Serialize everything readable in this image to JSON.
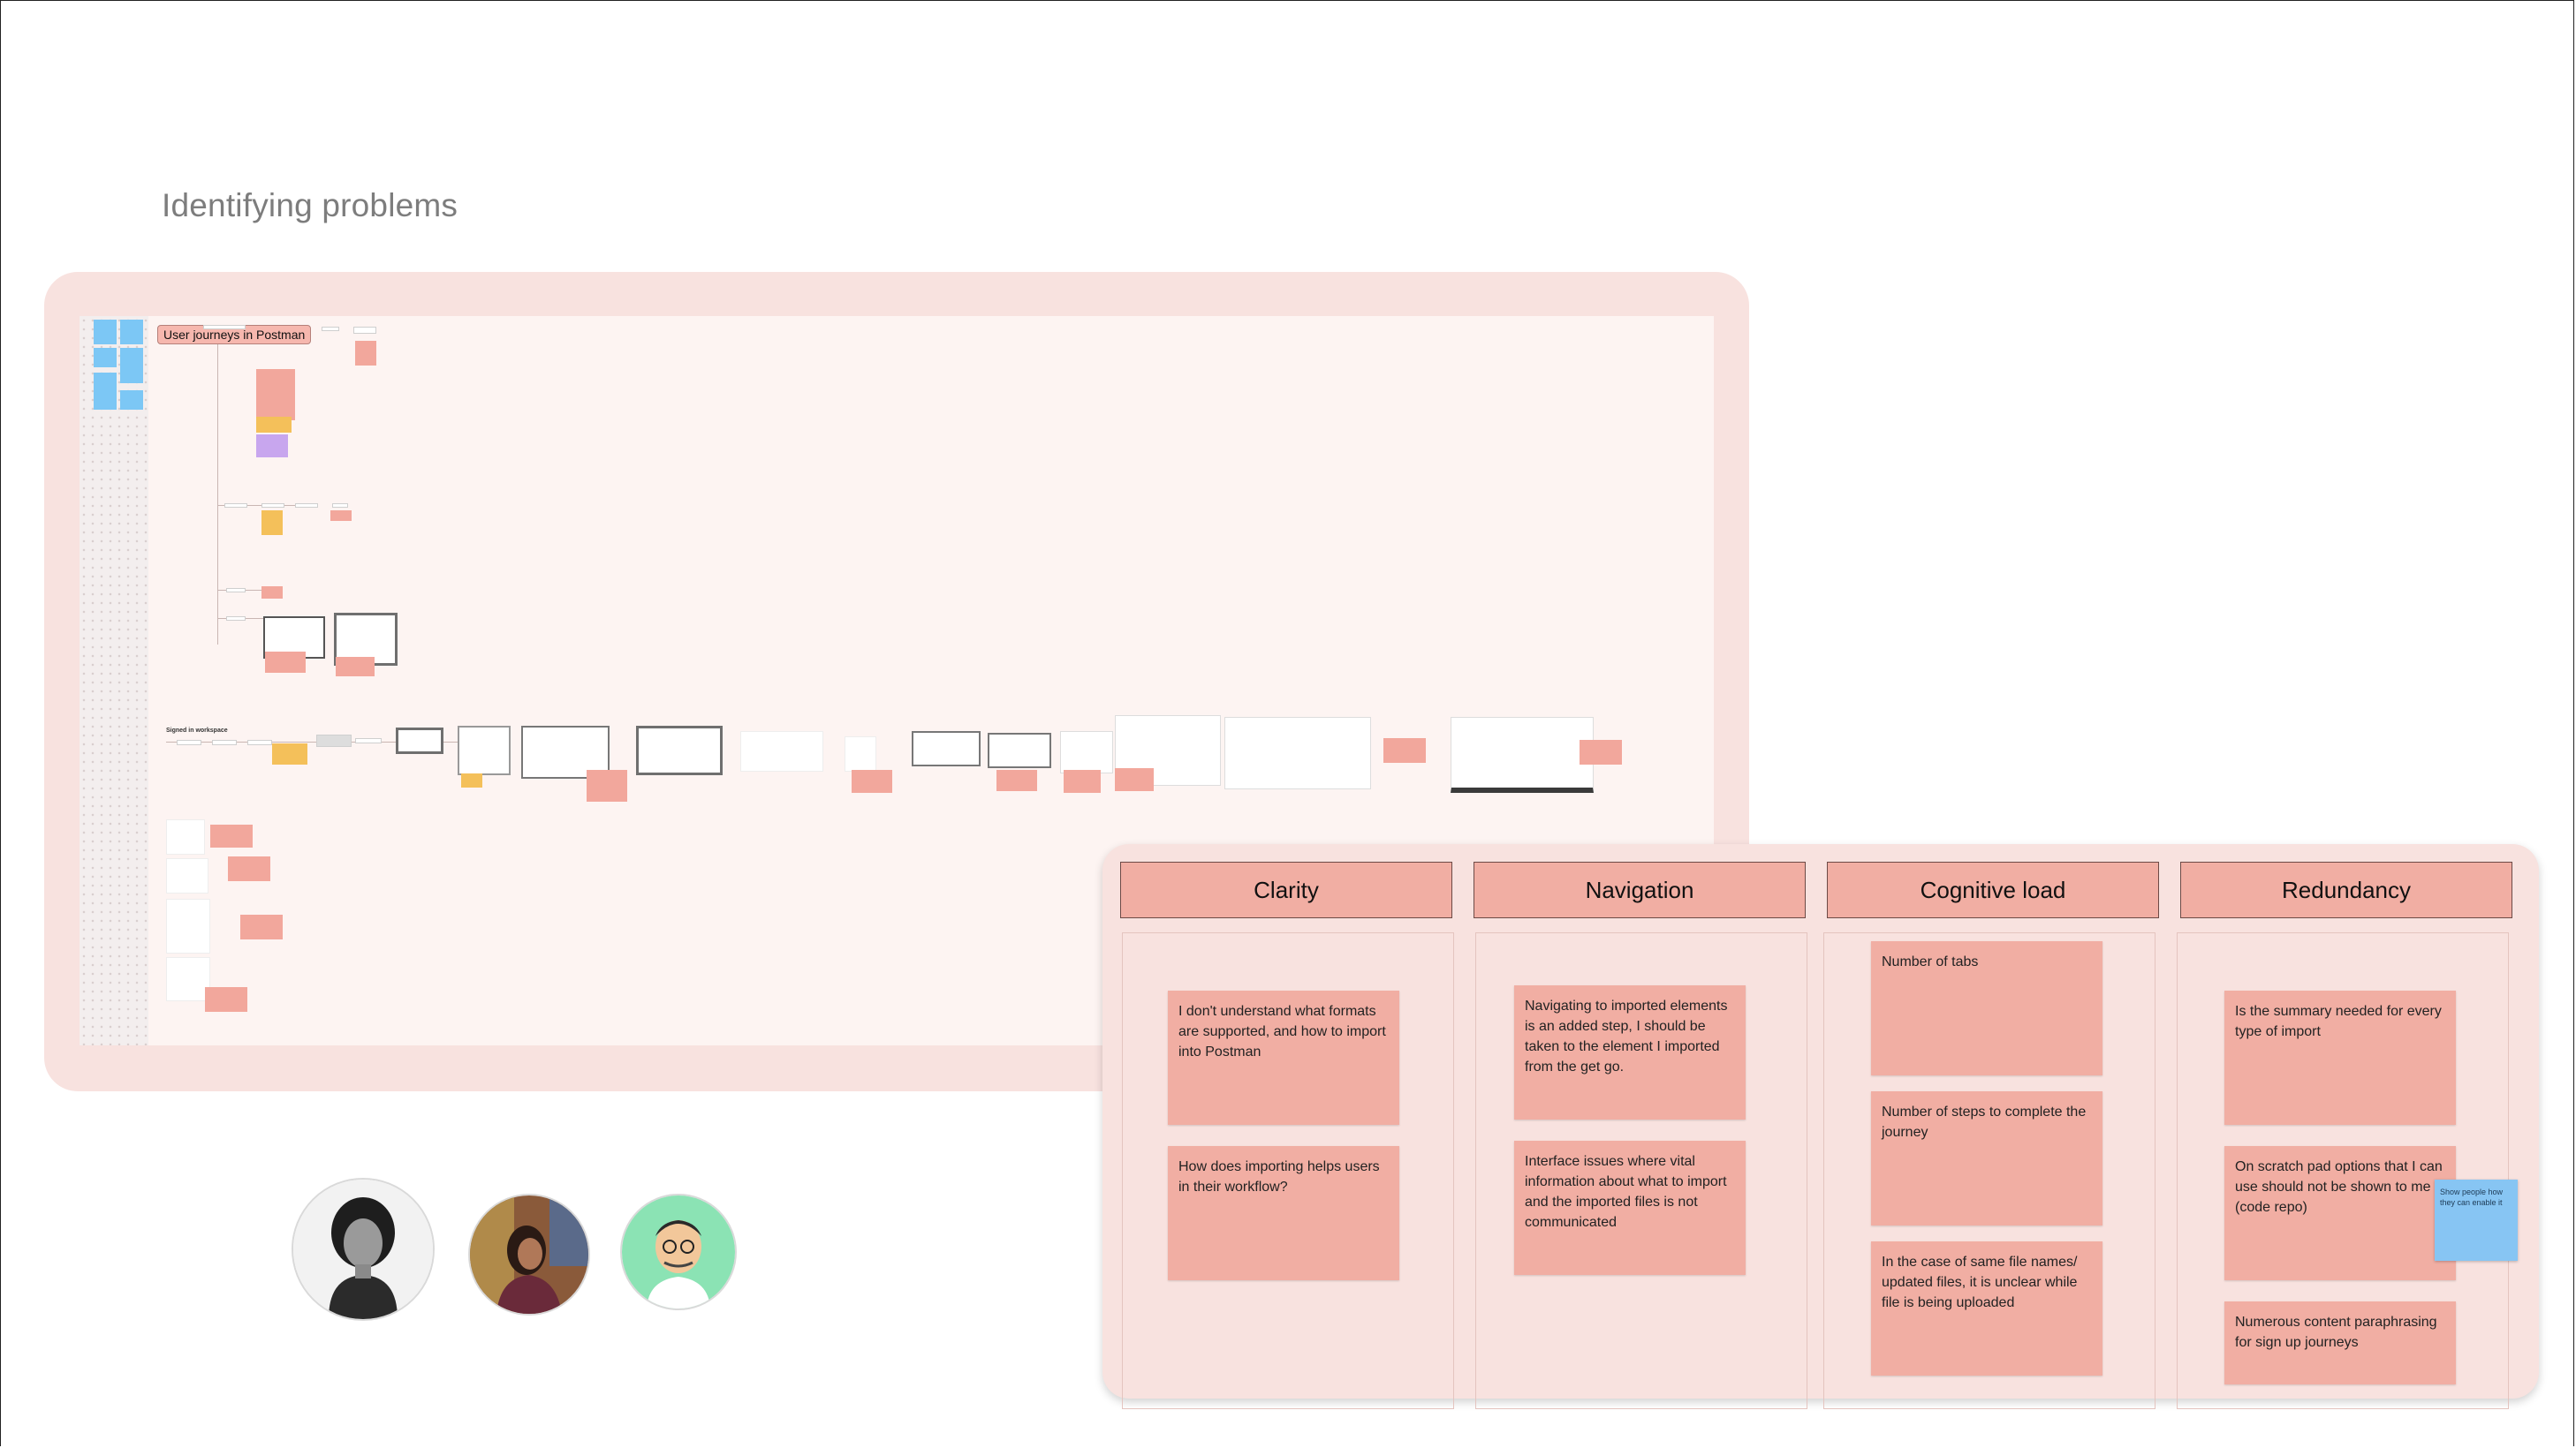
{
  "page": {
    "section_title": "Identifying problems"
  },
  "journey_board": {
    "title": "User journeys in Postman",
    "workspace_label": "Signed in workspace"
  },
  "affinity_board": {
    "columns": [
      {
        "title": "Clarity",
        "notes": [
          "I don't understand what formats are supported, and how to import into Postman",
          "How does importing helps users in their workflow?"
        ]
      },
      {
        "title": "Navigation",
        "notes": [
          "Navigating to imported elements is an added step, I should be taken to the element I imported from the get go.",
          "Interface issues where vital information about what to import and the imported files is not communicated"
        ]
      },
      {
        "title": "Cognitive load",
        "notes": [
          "Number of tabs",
          "Number of steps to complete the journey",
          "In the case of same file names/ updated files, it is unclear while file is being uploaded"
        ]
      },
      {
        "title": "Redundancy",
        "notes": [
          "Is the summary needed for every type of import",
          "On scratch pad options that I can use should not be shown to me (code repo)",
          "Numerous content paraphrasing for sign up journeys"
        ]
      }
    ],
    "comment_note": "Show people how they can enable it"
  },
  "colors": {
    "board_bg": "#f8e2df",
    "sticky_pink": "#f1aea3",
    "sticky_blue": "#87c5f3",
    "title_gray": "#7d7d7d"
  },
  "avatars": [
    {
      "icon": "person-avatar-icon",
      "bg": "#f2f2f2"
    },
    {
      "icon": "person-avatar-icon",
      "bg": "#8a5a3a"
    },
    {
      "icon": "person-avatar-icon",
      "bg": "#8be3b4"
    }
  ]
}
